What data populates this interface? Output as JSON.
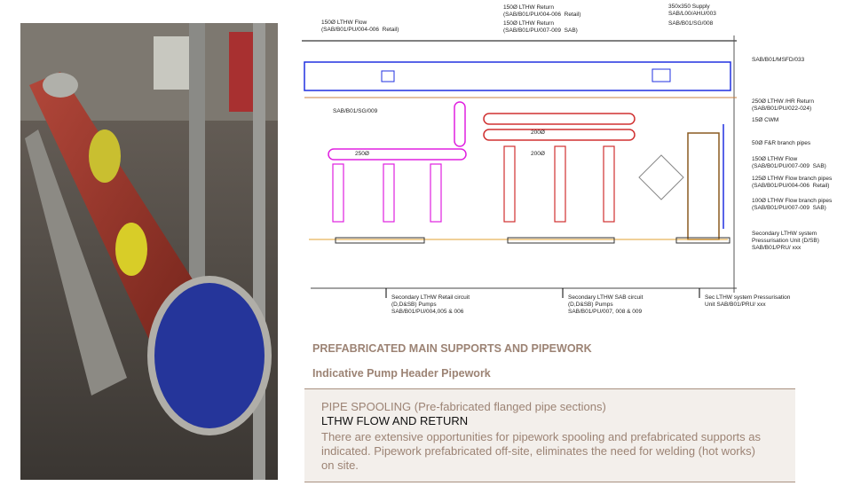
{
  "photo": {
    "description_icon": "pipe-photo"
  },
  "drawing": {
    "labels": {
      "flow_150_retail": "150Ø LTHW Flow\n(SAB/B01/PU/004-006  Retail)",
      "return_150_retail": "150Ø LTHW Return\n(SAB/B01/PU/004-006  Retail)",
      "return_150_sab": "150Ø LTHW Return\n(SAB/B01/PU/007-009  SAB)",
      "supply_350": "350x350 Supply\nSAB/L00/AHU/003",
      "sg_008": "SAB/B01/SG/008",
      "msfd_033": "SAB/B01/MSFD/033",
      "hr_return_250": "250Ø LTHW /HR Return\n(SAB/B01/PU/022-024)",
      "cwm_15": "15Ø CWM",
      "branch_50": "50Ø F&R branch pipes",
      "flow_150_sab": "150Ø LTHW Flow\n(SAB/B01/PU/007-009  SAB)",
      "branch_125": "125Ø LTHW Flow branch pipes\n(SAB/B01/PU/004-006  Retail)",
      "branch_100": "100Ø LTHW Flow branch pipes\n(SAB/B01/PU/007-009  SAB)",
      "pressurisation_unit": "Secondary LTHW system\nPressurisation Unit (D/SB)\nSAB/B01/PRU/ xxx",
      "sg_009": "SAB/B01/SG/009",
      "dia_250": "250Ø",
      "dia_200_a": "200Ø",
      "dia_200_b": "200Ø",
      "retail_pumps": "Secondary LTHW Retail circuit\n(D,D&SB) Pumps\nSAB/B01/PU/004,005 & 006",
      "sab_pumps": "Secondary LTHW SAB circuit\n(D,D&SB) Pumps\nSAB/B01/PU/007, 008 & 009",
      "sec_pressurisation": "Sec LTHW system Pressurisation\nUnit SAB/B01/PRU/ xxx"
    }
  },
  "text": {
    "heading": "PREFABRICATED MAIN SUPPORTS AND PIPEWORK",
    "subheading": "Indicative Pump Header Pipework",
    "box_title": "PIPE SPOOLING (Pre-fabricated flanged pipe sections)",
    "box_subtitle": "LTHW FLOW AND RETURN",
    "box_body": "There are extensive opportunities for pipework spooling and prefabricated supports as indicated. Pipework prefabricated off-site, eliminates the need for welding (hot works) on site."
  },
  "colors": {
    "accent": "#9c8374",
    "panel": "#f3efeb",
    "pipe": "#a33a2c",
    "blue": "#2a3e9c"
  }
}
